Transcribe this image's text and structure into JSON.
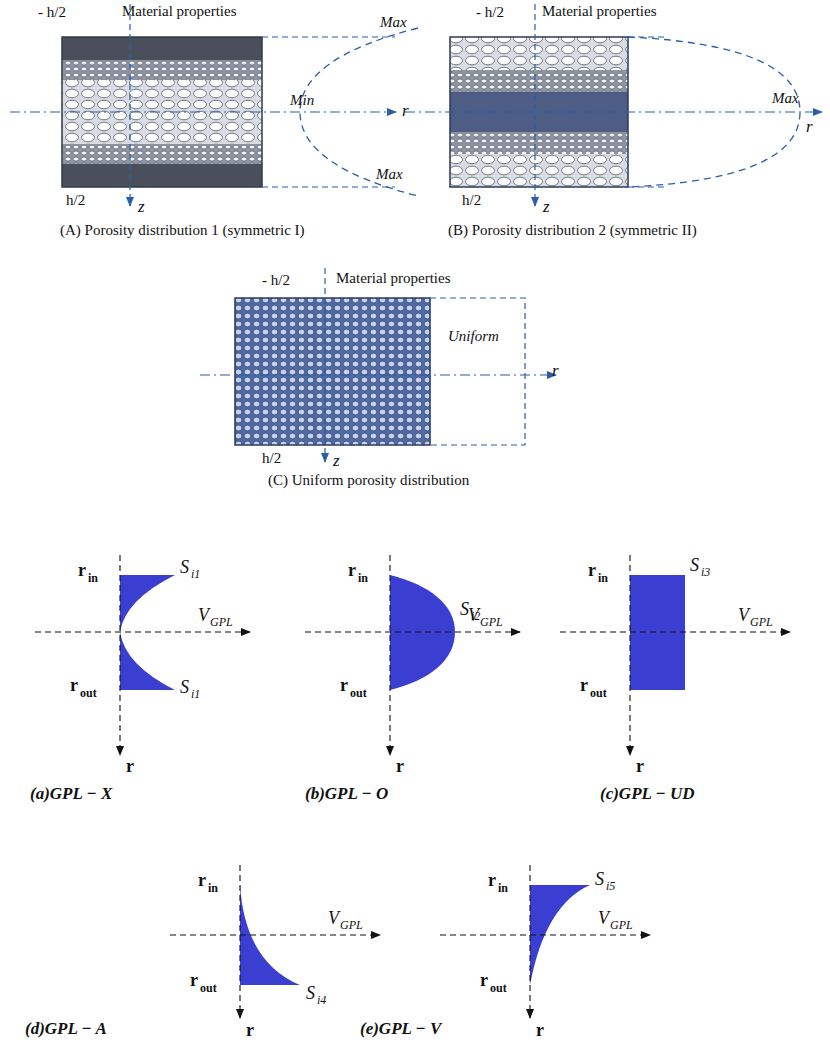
{
  "diagram": {
    "labels": [
      "- h/2",
      "Material properties",
      "Max",
      "Min",
      "r",
      "Max",
      "h/2",
      "z",
      "(A) Porosity distribution 1 (symmetric I)",
      "- h/2",
      "Material properties",
      "Max",
      "r",
      "h/2",
      "z",
      "(B) Porosity distribution 2 (symmetric II)",
      "- h/2",
      "Material properties",
      "Uniform",
      "r",
      "h/2",
      "z",
      "(C) Uniform porosity distribution",
      "r",
      "in",
      "r",
      "out",
      "S",
      "i1",
      "S",
      "i1",
      "V",
      "GPL",
      "r",
      "(a)GPL − X",
      "r",
      "in",
      "r",
      "out",
      "S",
      "i2",
      "V",
      "GPL",
      "r",
      "(b)GPL − O",
      "r",
      "in",
      "r",
      "out",
      "S",
      "i3",
      "V",
      "GPL",
      "r",
      "(c)GPL − UD",
      "r",
      "in",
      "r",
      "out",
      "S",
      "i4",
      "V",
      "GPL",
      "r",
      "(d)GPL − A",
      "r",
      "in",
      "r",
      "out",
      "S",
      "i5",
      "V",
      "GPL",
      "r",
      "(e)GPL − V"
    ]
  }
}
